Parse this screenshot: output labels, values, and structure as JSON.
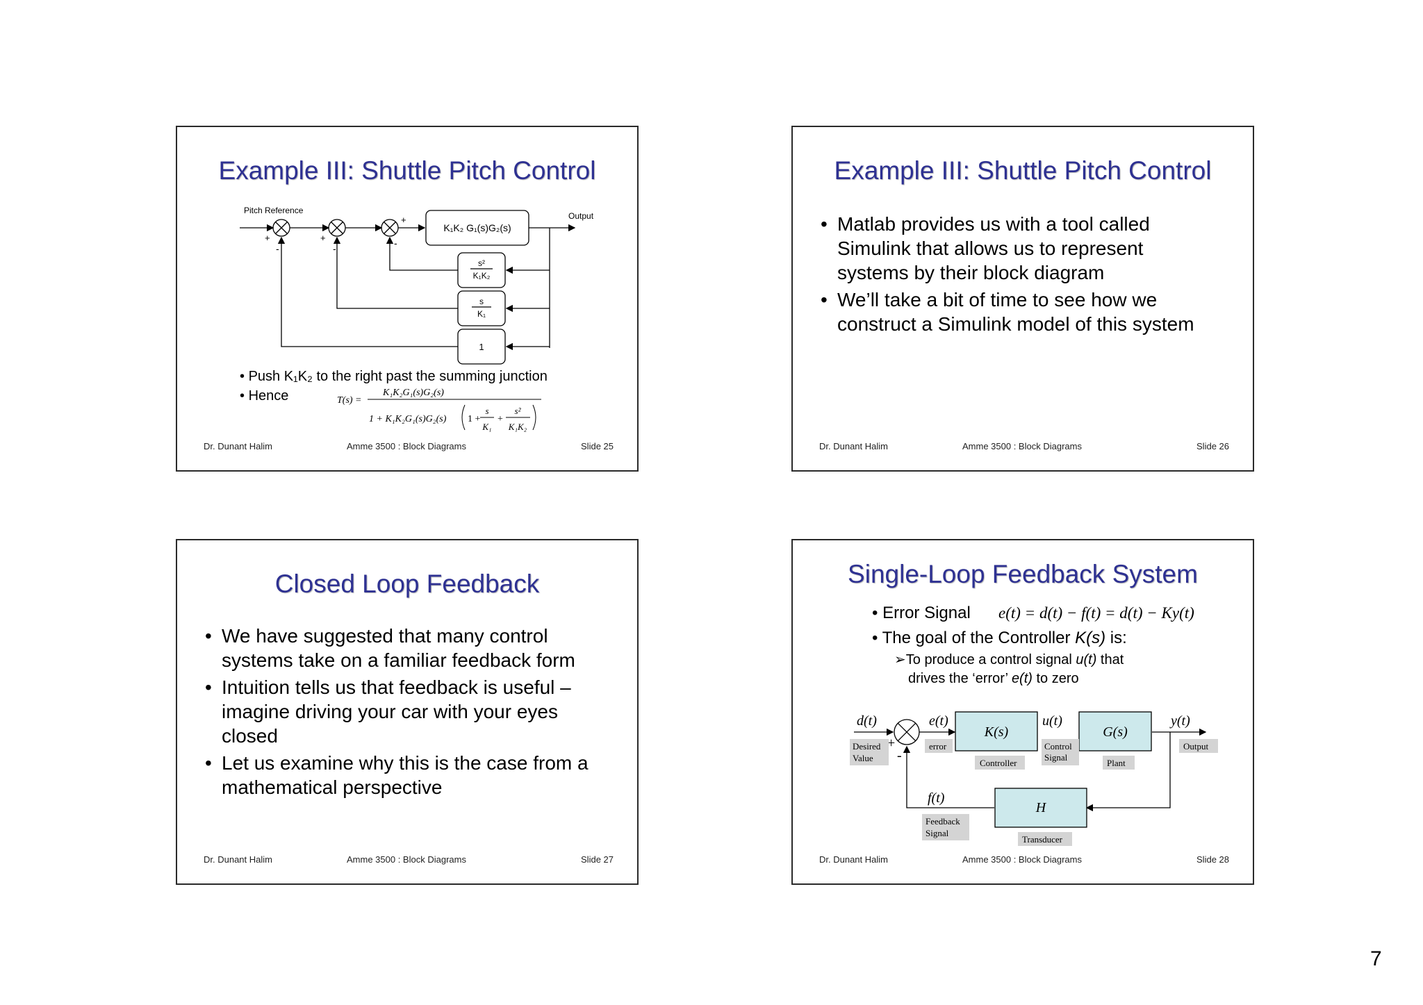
{
  "page_number": "7",
  "footer": {
    "author": "Dr. Dunant Halim",
    "course": "Amme 3500 : Block Diagrams"
  },
  "slide25": {
    "title": "Example III: Shuttle Pitch Control",
    "slide_label": "Slide 25",
    "diagram": {
      "pitch_reference": "Pitch Reference",
      "output": "Output",
      "block_main": "K₁K₂ G₁(s)G₂(s)",
      "block_fb1_num": "s²",
      "block_fb1_den": "K₁K₂",
      "block_fb2_num": "s",
      "block_fb2_den": "K₁",
      "block_fb3": "1",
      "plus": "+",
      "minus": "-"
    },
    "bullet1": "Push K₁K₂ to the right past the summing junction",
    "bullet2": "Hence",
    "formula": {
      "lhs": "T(s) =",
      "numerator": "K₁K₂G₁(s)G₂(s)",
      "den_prefix": "1 + K₁K₂G₁(s)G₂(s)",
      "den_one_plus": "1 +",
      "frac1_num": "s",
      "frac1_den": "K₁",
      "frac2_num": "s²",
      "frac2_den": "K₁K₂",
      "plus": "+"
    }
  },
  "slide26": {
    "title": "Example III: Shuttle Pitch Control",
    "slide_label": "Slide 26",
    "bullets": [
      [
        "Matlab provides us with a tool called",
        "Simulink that allows us to represent",
        "systems by their block diagram"
      ],
      [
        "We’ll take a bit of time to see how we",
        "construct a Simulink model of this system"
      ]
    ]
  },
  "slide27": {
    "title": "Closed Loop Feedback",
    "slide_label": "Slide 27",
    "bullets": [
      [
        "We have suggested that many control",
        "systems take on a familiar feedback form"
      ],
      [
        "Intuition tells us that feedback is useful –",
        "imagine driving your car with your eyes",
        "closed"
      ],
      [
        "Let us examine why this is the case from a",
        "mathematical perspective"
      ]
    ]
  },
  "slide28": {
    "title": "Single-Loop Feedback System",
    "slide_label": "Slide 28",
    "error_signal_label": "Error Signal",
    "error_equation": "e(t) = d(t) − f(t) = d(t) − Ky(t)",
    "goal_prefix": "The goal of the Controller ",
    "goal_ks": "K(s)",
    "goal_suffix": " is:",
    "sub_line1_prefix": "To produce a control signal ",
    "sub_line1_ut": "u(t)",
    "sub_line1_suffix": " that",
    "sub_line2_prefix": "drives the ‘error’ ",
    "sub_line2_et": "e(t)",
    "sub_line2_suffix": " to zero",
    "diagram": {
      "d_t": "d(t)",
      "e_t": "e(t)",
      "u_t": "u(t)",
      "y_t": "y(t)",
      "f_t": "f(t)",
      "controller_block": "K(s)",
      "plant_block": "G(s)",
      "transducer_block": "H",
      "desired_value_1": "Desired",
      "desired_value_2": "Value",
      "error_label": "error",
      "controller_label": "Controller",
      "control_signal_1": "Control",
      "control_signal_2": "Signal",
      "plant_label": "Plant",
      "output_label": "Output",
      "feedback_signal_1": "Feedback",
      "feedback_signal_2": "Signal",
      "transducer_label": "Transducer",
      "plus": "+",
      "minus": "-"
    }
  },
  "colors": {
    "title_blue": "#2e3192",
    "block_fill": "#cde9ec",
    "label_fill": "#d4d4d4"
  }
}
